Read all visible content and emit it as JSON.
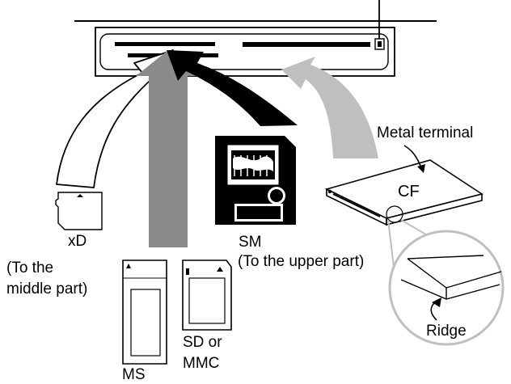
{
  "labels": {
    "xd": "xD",
    "xd_note_line1": "(To the",
    "xd_note_line2": "middle part)",
    "sm": "SM",
    "sm_note": "(To the upper part)",
    "metal_terminal": "Metal terminal",
    "cf": "CF",
    "ridge": "Ridge",
    "sd_line1": "SD or",
    "sd_line2": "MMC",
    "ms": "MS"
  },
  "colors": {
    "ink": "#000000",
    "arrow_light_gray": "#bfbfbf",
    "arrow_mid_gray": "#8a8a8a",
    "paper": "#ffffff"
  }
}
